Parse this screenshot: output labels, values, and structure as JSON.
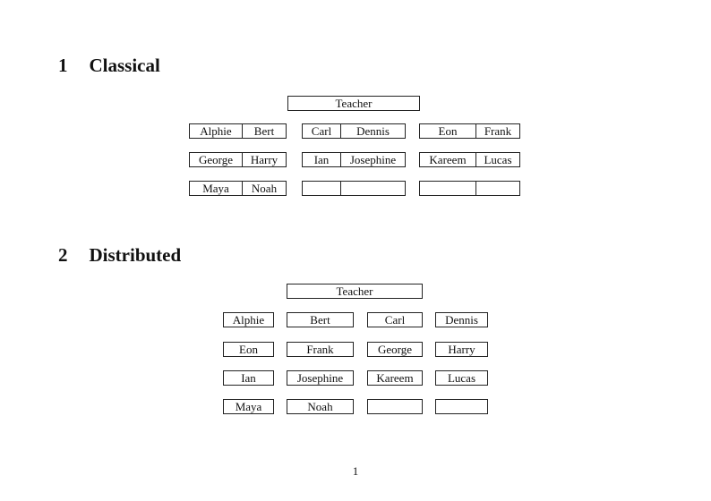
{
  "colors": {
    "background": "#ffffff",
    "line": "#222222",
    "text": "#111111"
  },
  "page_number": "1",
  "sections": [
    {
      "number": "1",
      "title": "Classical",
      "teacher_label": "Teacher",
      "rows": [
        {
          "boxes": [
            [
              "Alphie",
              "Bert"
            ],
            [
              "Carl",
              "Dennis"
            ],
            [
              "Eon",
              "Frank"
            ]
          ]
        },
        {
          "boxes": [
            [
              "George",
              "Harry"
            ],
            [
              "Ian",
              "Josephine"
            ],
            [
              "Kareem",
              "Lucas"
            ]
          ]
        },
        {
          "boxes": [
            [
              "Maya",
              "Noah"
            ],
            [
              "",
              ""
            ],
            [
              "",
              ""
            ]
          ]
        }
      ]
    },
    {
      "number": "2",
      "title": "Distributed",
      "teacher_label": "Teacher",
      "rows": [
        {
          "boxes": [
            "Alphie",
            "Bert",
            "Carl",
            "Dennis"
          ]
        },
        {
          "boxes": [
            "Eon",
            "Frank",
            "George",
            "Harry"
          ]
        },
        {
          "boxes": [
            "Ian",
            "Josephine",
            "Kareem",
            "Lucas"
          ]
        },
        {
          "boxes": [
            "Maya",
            "Noah",
            "",
            ""
          ]
        }
      ]
    }
  ]
}
